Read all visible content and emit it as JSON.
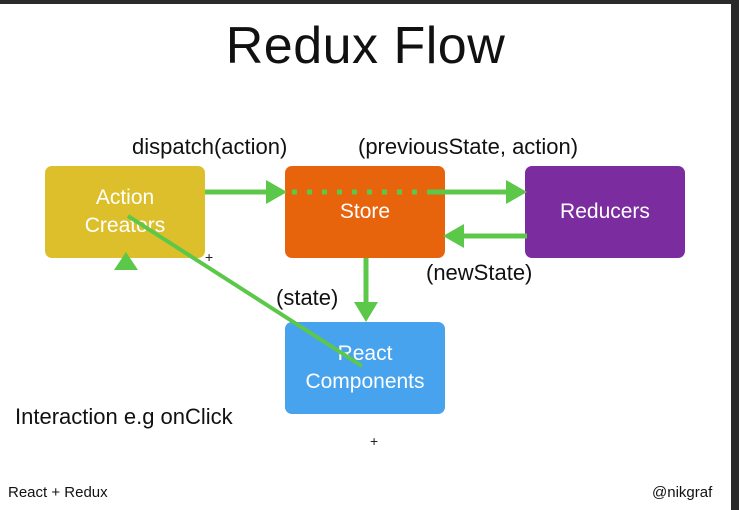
{
  "title": "Redux Flow",
  "labels": {
    "dispatch": "dispatch(action)",
    "previous_state": "(previousState, action)",
    "new_state": "(newState)",
    "state": "(state)",
    "interaction": "Interaction e.g onClick"
  },
  "nodes": {
    "action_creators": {
      "line1": "Action",
      "line2": "Creators",
      "color": "#dcbf2a"
    },
    "store": {
      "label": "Store",
      "color": "#e8640c"
    },
    "reducers": {
      "label": "Reducers",
      "color": "#7b2c9f"
    },
    "react_components": {
      "line1": "React",
      "line2": "Components",
      "color": "#48a3ee"
    }
  },
  "footer": {
    "left": "React + Redux",
    "right": "@nikgraf"
  },
  "colors": {
    "arrow": "#5cc84a",
    "background": "#ffffff"
  }
}
